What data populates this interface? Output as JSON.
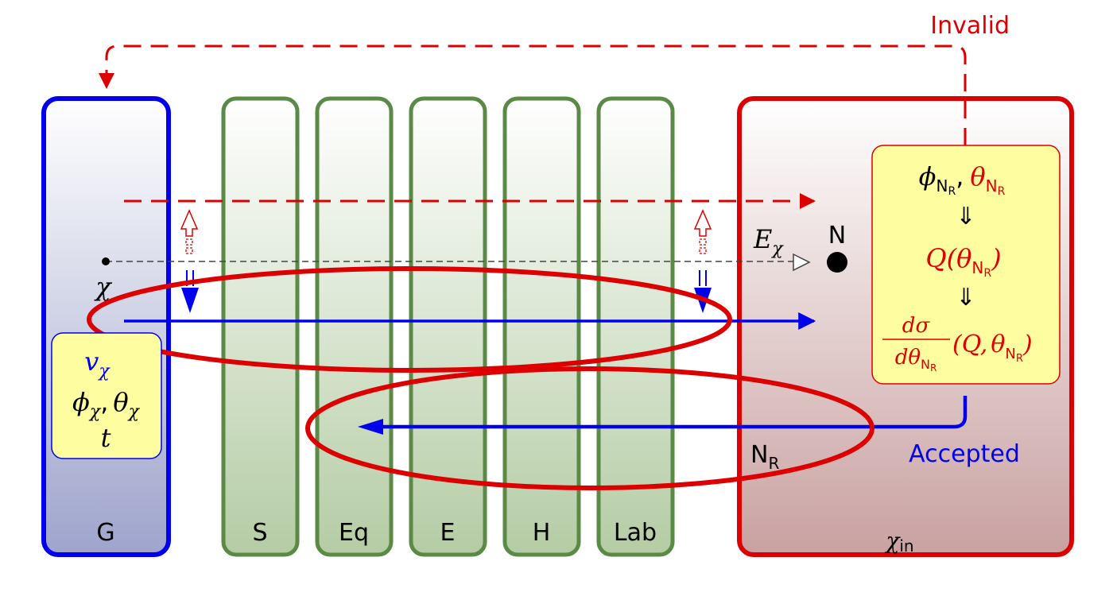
{
  "labels": {
    "invalid": "Invalid",
    "accepted": "Accepted",
    "galaxy": "G",
    "sun": "S",
    "earth_eq": "Eq",
    "earth": "E",
    "halo": "H",
    "lab": "Lab",
    "chi_in": "χin",
    "chi_in_main": "χ",
    "chi_in_sub": "in",
    "nucleus": "N",
    "recoil_main": "N",
    "recoil_sub": "R",
    "e_chi_main": "E",
    "e_chi_sub": "χ",
    "chi": "χ"
  },
  "galaxy_box": {
    "v_main": "v",
    "v_sub": "χ",
    "phi_main": "ϕ",
    "phi_sub": "χ",
    "theta_main": "θ",
    "theta_sub": "χ",
    "comma": ",",
    "t": "t"
  },
  "recoil_box": {
    "phi": "ϕ",
    "theta": "θ",
    "sub_main": "N",
    "sub_sub": "R",
    "comma": ",",
    "implies": "⇓",
    "q_label": "Q(",
    "close": ")",
    "d_sigma": "dσ",
    "d_theta": "dθ",
    "args_open": "(Q,",
    "args_close": ")"
  },
  "colors": {
    "blue": "#0000ee",
    "red": "#dd0000",
    "green": "#5a8a45",
    "yellow": "#fefea0"
  }
}
